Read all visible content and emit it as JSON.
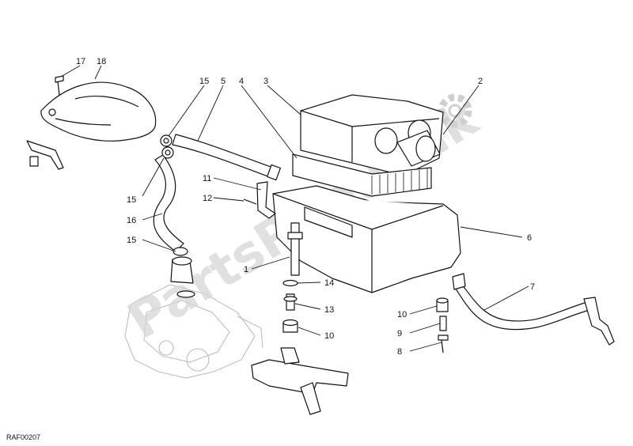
{
  "drawing_code": "RAF00207",
  "watermark": "PartsRepublik",
  "callouts": [
    {
      "id": "c17",
      "label": "17"
    },
    {
      "id": "c18",
      "label": "18"
    },
    {
      "id": "c15a",
      "label": "15"
    },
    {
      "id": "c5",
      "label": "5"
    },
    {
      "id": "c4",
      "label": "4"
    },
    {
      "id": "c3",
      "label": "3"
    },
    {
      "id": "c2",
      "label": "2"
    },
    {
      "id": "c11",
      "label": "11"
    },
    {
      "id": "c12",
      "label": "12"
    },
    {
      "id": "c15b",
      "label": "15"
    },
    {
      "id": "c16",
      "label": "16"
    },
    {
      "id": "c15c",
      "label": "15"
    },
    {
      "id": "c1",
      "label": "1"
    },
    {
      "id": "c14",
      "label": "14"
    },
    {
      "id": "c13",
      "label": "13"
    },
    {
      "id": "c10a",
      "label": "10"
    },
    {
      "id": "c6",
      "label": "6"
    },
    {
      "id": "c7",
      "label": "7"
    },
    {
      "id": "c10b",
      "label": "10"
    },
    {
      "id": "c9",
      "label": "9"
    },
    {
      "id": "c8",
      "label": "8"
    }
  ]
}
